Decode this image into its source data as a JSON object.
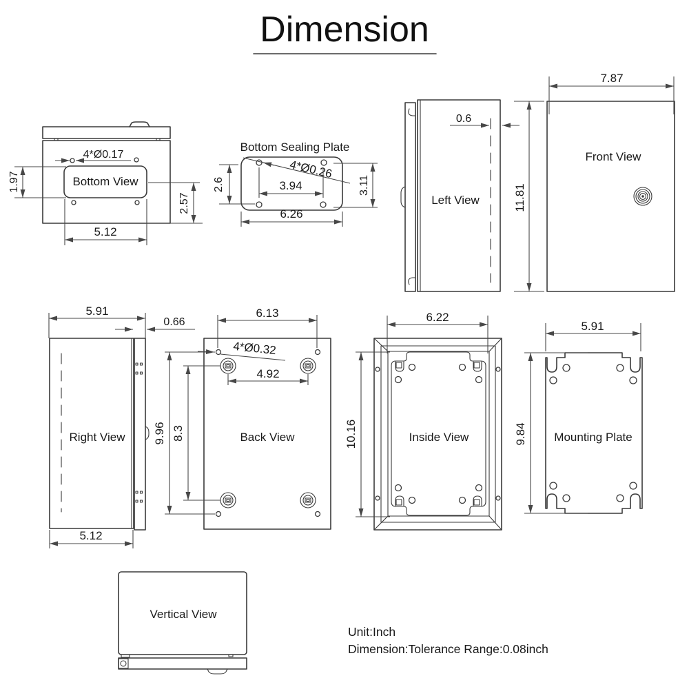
{
  "title": {
    "text": "Dimension"
  },
  "views": {
    "bottom_view": {
      "label": "Bottom View",
      "dims": {
        "holes": "4*Ø0.17",
        "offset_left": "1.97",
        "offset_right": "2.57",
        "width": "5.12"
      }
    },
    "bottom_sealing_plate": {
      "label": "Bottom Sealing Plate",
      "dims": {
        "holes": "4*Ø0.26",
        "hole_offset_v": "2.6",
        "hole_spacing": "3.94",
        "width": "6.26",
        "height": "3.11"
      }
    },
    "left_view": {
      "label": "Left View",
      "dims": {
        "door_thickness": "0.6",
        "height": "11.81"
      }
    },
    "front_view": {
      "label": "Front View",
      "dims": {
        "width": "7.87"
      }
    },
    "right_view": {
      "label": "Right View",
      "dims": {
        "depth_total": "5.91",
        "door_depth": "0.66",
        "depth_body": "5.12"
      }
    },
    "back_view": {
      "label": "Back View",
      "dims": {
        "hole_span_h": "6.13",
        "holes": "4*Ø0.32",
        "boss_span_h": "4.92",
        "hole_span_v": "9.96",
        "boss_span_v": "8.3"
      }
    },
    "inside_view": {
      "label": "Inside View",
      "dims": {
        "width": "6.22",
        "height": "10.16"
      }
    },
    "mounting_plate": {
      "label": "Mounting Plate",
      "dims": {
        "width": "5.91",
        "height": "9.84"
      }
    },
    "vertical_view": {
      "label": "Vertical View"
    }
  },
  "notes": {
    "unit": "Unit:Inch",
    "tolerance": "Dimension:Tolerance Range:0.08inch"
  },
  "colors": {
    "line": "#3a3a3a",
    "dim_line": "#474747",
    "text": "#1a1a1a",
    "background": "#ffffff"
  }
}
